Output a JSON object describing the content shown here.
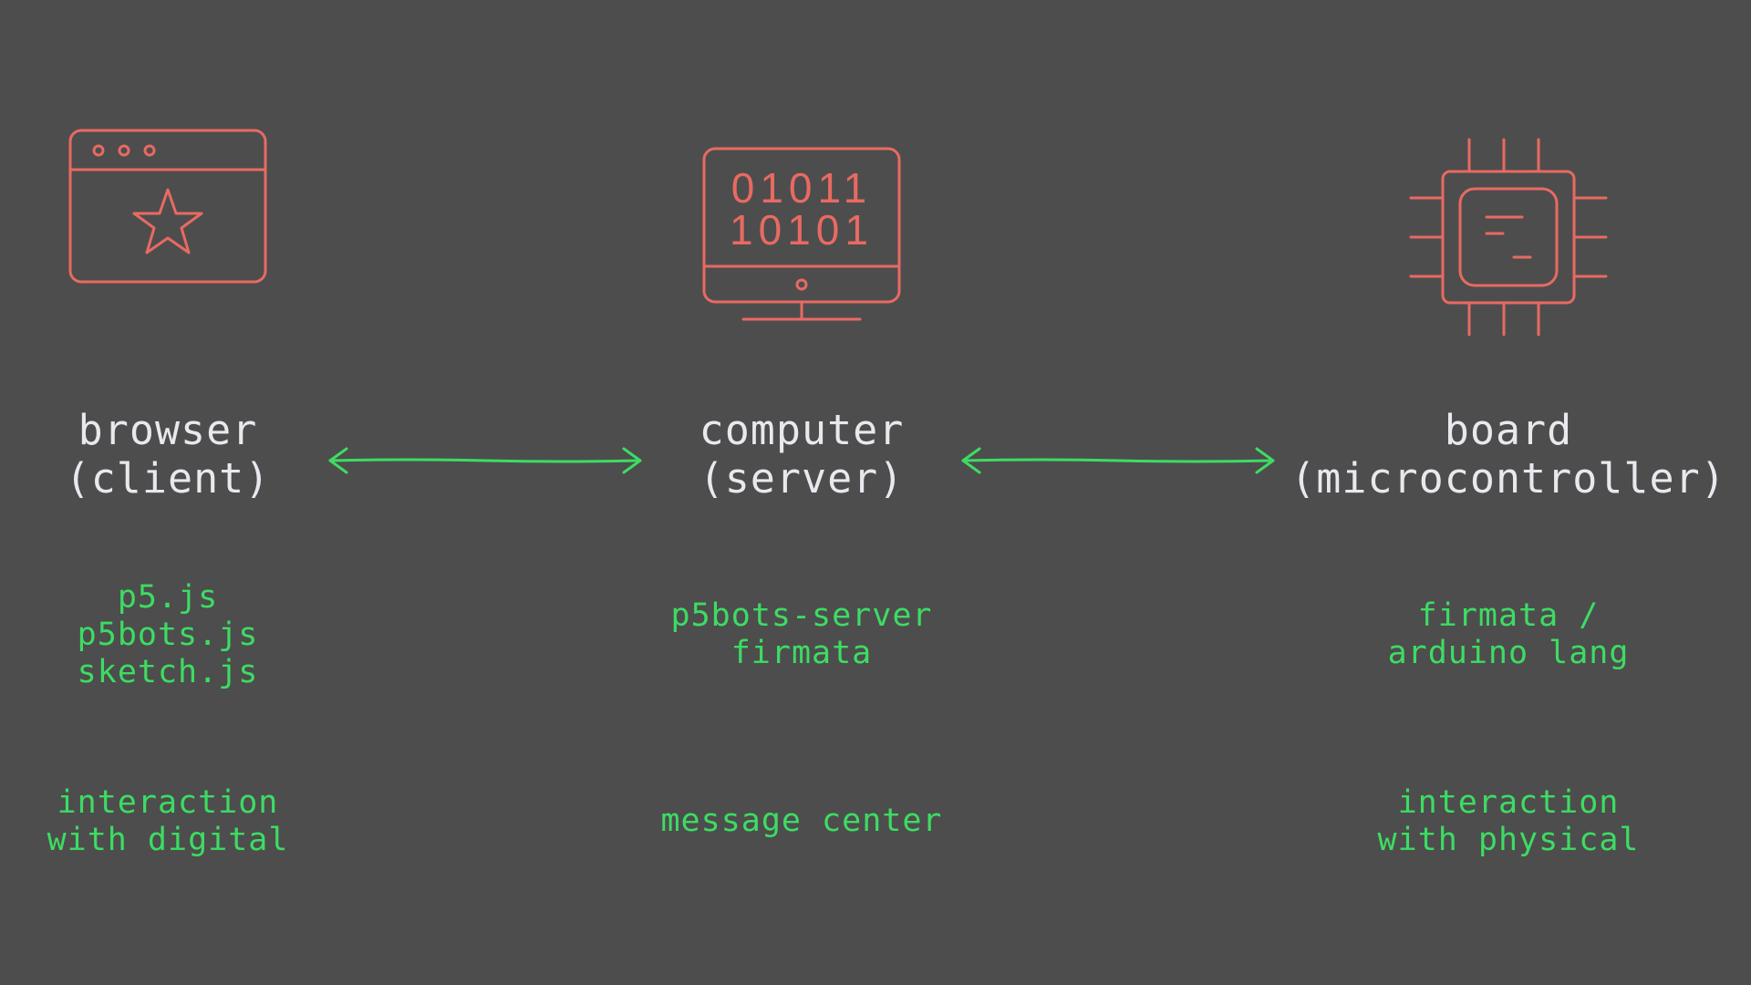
{
  "colors": {
    "background": "#4d4d4d",
    "icon_stroke": "#e86a62",
    "title_text": "#e8e8ee",
    "accent_green": "#3ddc63"
  },
  "nodes": [
    {
      "icon": "browser-window-star-icon",
      "title": [
        "browser",
        "(client)"
      ],
      "libraries": [
        "p5.js",
        "p5bots.js",
        "sketch.js"
      ],
      "role": [
        "interaction",
        "with digital"
      ]
    },
    {
      "icon": "computer-monitor-binary-icon",
      "binary": [
        "01011",
        "10101"
      ],
      "title": [
        "computer",
        "(server)"
      ],
      "libraries": [
        "p5bots-server",
        "firmata"
      ],
      "role": [
        "message center"
      ]
    },
    {
      "icon": "microchip-icon",
      "title": [
        "board",
        "(microcontroller)"
      ],
      "libraries": [
        "firmata /",
        "arduino lang"
      ],
      "role": [
        "interaction",
        "with physical"
      ]
    }
  ],
  "connections": [
    {
      "from": "browser",
      "to": "computer",
      "type": "bidirectional-arrow"
    },
    {
      "from": "computer",
      "to": "board",
      "type": "bidirectional-arrow"
    }
  ]
}
